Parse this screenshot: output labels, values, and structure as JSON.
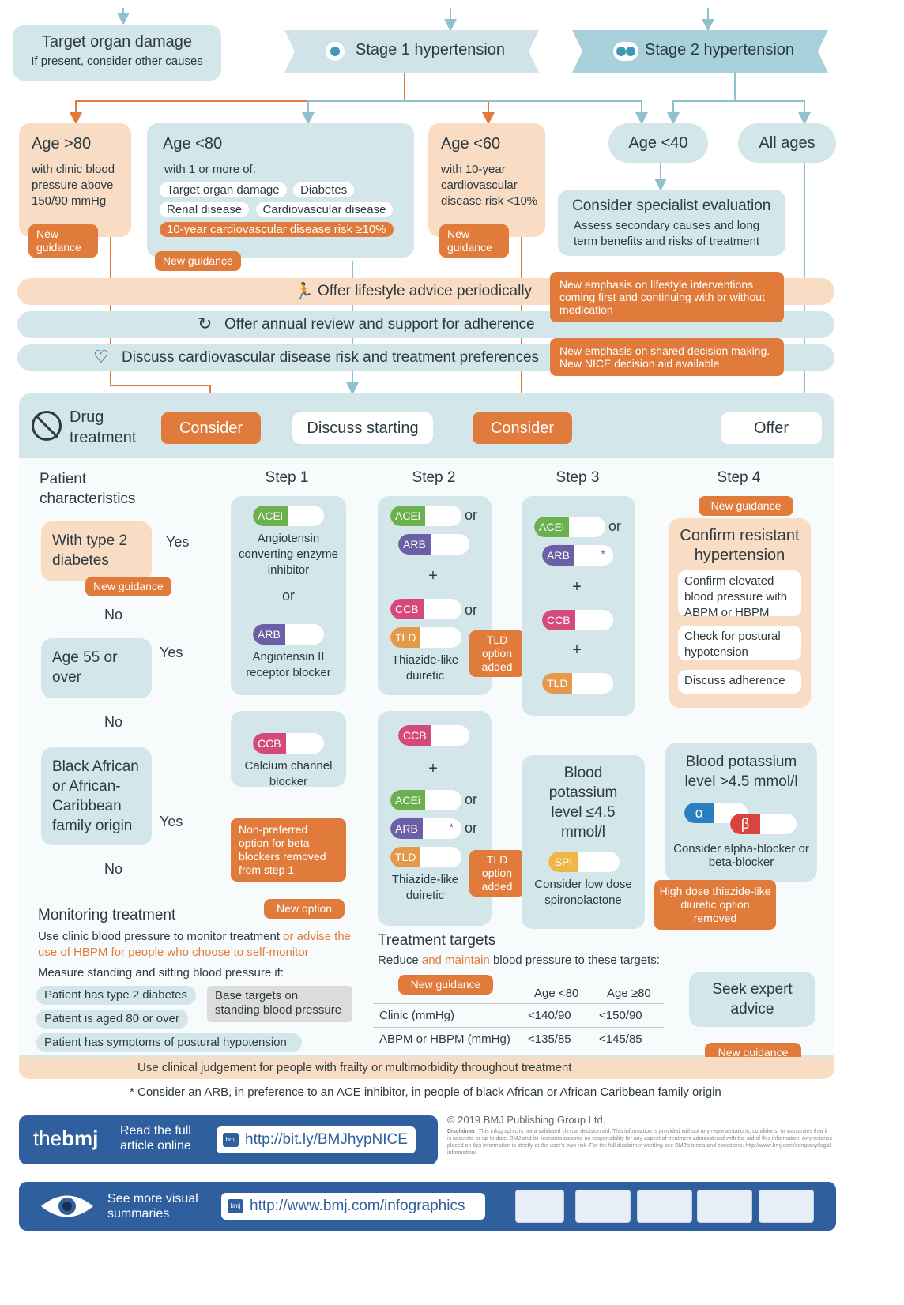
{
  "header": {
    "target_organ_title": "Target organ damage",
    "target_organ_sub": "If present, consider other causes",
    "stage1": "Stage 1 hypertension",
    "stage2": "Stage 2 hypertension"
  },
  "groups": {
    "age80": {
      "title": "Age >80",
      "text": "with clinic blood pressure above 150/90 mmHg",
      "tag": "New guidance"
    },
    "ageunder80": {
      "title": "Age <80",
      "sub": "with 1 or more of:",
      "items": [
        "Target organ damage",
        "Diabetes",
        "Renal disease",
        "Cardiovascular disease"
      ],
      "risk": "10-year cardiovascular disease risk ≥10%",
      "tag": "New guidance"
    },
    "age60": {
      "title": "Age <60",
      "text": "with 10-year cardiovascular disease risk <10%",
      "tag": "New guidance"
    },
    "age40": {
      "title": "Age <40"
    },
    "allages": {
      "title": "All ages"
    },
    "specialist": {
      "title": "Consider specialist evaluation",
      "text": "Assess secondary causes and long term benefits and risks of treatment"
    }
  },
  "stripes": {
    "lifestyle": "Offer lifestyle advice periodically",
    "review": "Offer annual review and support for adherence",
    "discuss": "Discuss cardiovascular disease risk and treatment preferences",
    "lifestyle_note": "New emphasis on lifestyle interventions coming first and continuing with or without medication",
    "discuss_note": "New emphasis on shared decision making. New NICE decision aid available"
  },
  "drug": {
    "title_1": "Drug",
    "title_2": "treatment",
    "consider1": "Consider",
    "discuss": "Discuss starting",
    "consider2": "Consider",
    "offer": "Offer"
  },
  "steps": {
    "patient_char": "Patient characteristics",
    "step1": "Step 1",
    "step2": "Step 2",
    "step3": "Step 3",
    "step4": "Step 4"
  },
  "patient": {
    "type2": "With type 2 diabetes",
    "type2_tag": "New guidance",
    "age55": "Age 55 or over",
    "black": "Black African or African-Caribbean family origin",
    "yes": "Yes",
    "no": "No"
  },
  "drugs": {
    "acei": "ACEi",
    "arb": "ARB",
    "ccb": "CCB",
    "tld": "TLD",
    "spi": "SPI",
    "alpha": "α",
    "beta": "β",
    "or": "or",
    "plus": "+",
    "star": "*"
  },
  "step1": {
    "acei_name": "Angiotensin converting enzyme inhibitor",
    "arb_name": "Angiotensin II receptor blocker",
    "ccb_name": "Calcium channel blocker",
    "beta_note": "Non-preferred option for beta blockers removed from step 1"
  },
  "step2": {
    "tld_name": "Thiazide-like duiretic",
    "tld_tag": "TLD option added"
  },
  "step3": {
    "potassium_low": "Blood potassium level ≤4.5 mmol/l",
    "spi_text": "Consider low dose spironolactone"
  },
  "step4": {
    "tag": "New guidance",
    "title": "Confirm resistant hypertension",
    "item1": "Confirm elevated blood pressure with ABPM or HBPM",
    "item2": "Check for postural hypotension",
    "item3": "Discuss adherence",
    "potassium_high": "Blood potassium level >4.5 mmol/l",
    "alpha_text": "Consider alpha-blocker or beta-blocker",
    "removed_tag": "High dose thiazide-like diuretic option removed",
    "expert": "Seek expert advice",
    "expert_tag": "New guidance"
  },
  "monitoring": {
    "title": "Monitoring treatment",
    "tag": "New option",
    "line1_a": "Use clinic blood pressure to monitor treatment ",
    "line1_b": "or advise the use of HBPM for people who choose to self-monitor",
    "line2": "Measure standing and sitting blood pressure if:",
    "c1": "Patient has type 2 diabetes",
    "c2": "Patient is aged 80 or over",
    "c3": "Patient has symptoms of postural hypotension",
    "base": "Base targets on standing blood pressure"
  },
  "targets": {
    "title": "Treatment targets",
    "sub_a": "Reduce ",
    "sub_b": "and maintain",
    "sub_c": " blood pressure to these targets:",
    "tag": "New guidance",
    "col1": "Age <80",
    "col2": "Age ≥80",
    "rows": [
      {
        "label": "Clinic (mmHg)",
        "a": "<140/90",
        "b": "<150/90"
      },
      {
        "label": "ABPM or HBPM (mmHg)",
        "a": "<135/85",
        "b": "<145/85"
      }
    ]
  },
  "frailty": "Use clinical judgement for people with frailty or multimorbidity throughout treatment",
  "footnote": "* Consider an ARB, in preference to an ACE inhibitor, in people of black African or African Caribbean family origin",
  "footer": {
    "copyright": "© 2019 BMJ Publishing Group Ltd.",
    "disclaimer_label": "Disclaimer:",
    "disclaimer": "This infographic is not a validated clinical decision aid. This information is provided without any representations, conditions, or warranties that it is accurate or up to date. BMJ and its licensors assume no responsibility for any aspect of treatment administered with the aid of this information. Any reliance placed on this information is strictly at the user's own risk. For the full disclaimer wording see BMJ's terms and conditions: http://www.bmj.com/company/legal-information/",
    "brand_the": "the",
    "brand_bmj": "bmj",
    "read_full": "Read the full article online",
    "url1": "http://bit.ly/BMJhypNICE",
    "see_more": "See more visual summaries",
    "url2": "http://www.bmj.com/infographics",
    "bmj_icon": "bmj"
  },
  "colors": {
    "orange": "#e07b3c",
    "light_blue": "#d3e6ea",
    "peach": "#f8dcc4",
    "navy": "#2f5f9e"
  }
}
